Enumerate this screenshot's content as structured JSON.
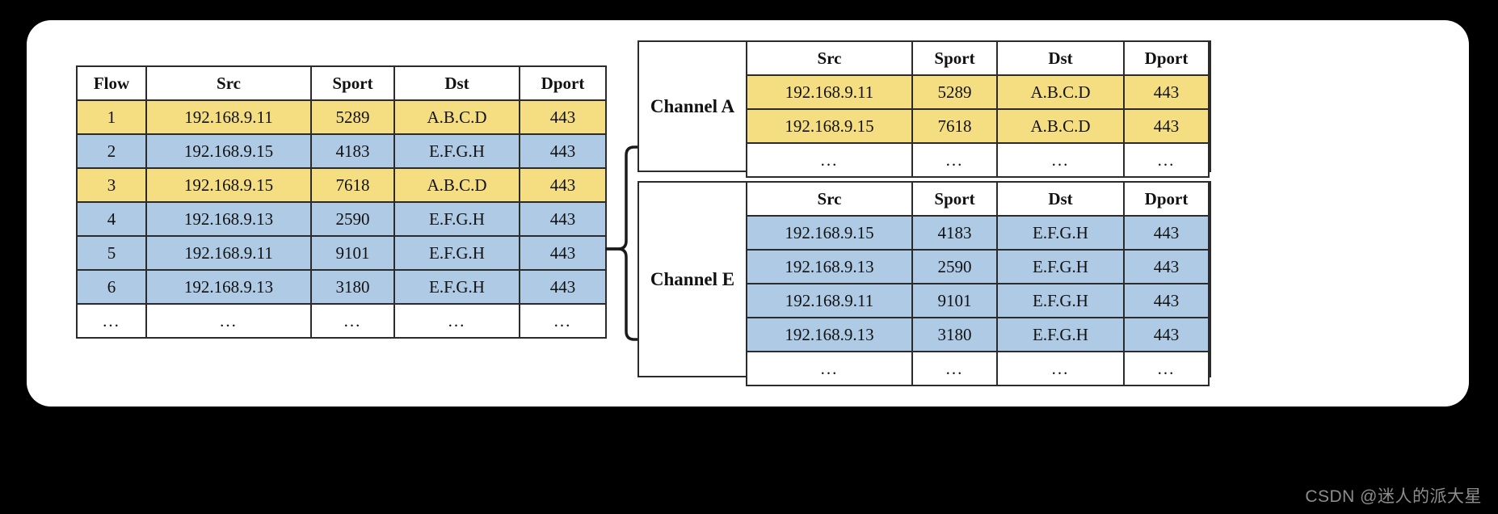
{
  "figure": {
    "background_color": "#000000",
    "card_color": "#ffffff",
    "highlight_yellow": "#f5de82",
    "highlight_blue": "#aecae4"
  },
  "left_table": {
    "name": "flow-table",
    "columns": [
      "Flow",
      "Src",
      "Sport",
      "Dst",
      "Dport"
    ],
    "rows": [
      {
        "flow": "1",
        "src": "192.168.9.11",
        "sport": "5289",
        "dst": "A.B.C.D",
        "dport": "443",
        "color": "yellow"
      },
      {
        "flow": "2",
        "src": "192.168.9.15",
        "sport": "4183",
        "dst": "E.F.G.H",
        "dport": "443",
        "color": "blue"
      },
      {
        "flow": "3",
        "src": "192.168.9.15",
        "sport": "7618",
        "dst": "A.B.C.D",
        "dport": "443",
        "color": "yellow"
      },
      {
        "flow": "4",
        "src": "192.168.9.13",
        "sport": "2590",
        "dst": "E.F.G.H",
        "dport": "443",
        "color": "blue"
      },
      {
        "flow": "5",
        "src": "192.168.9.11",
        "sport": "9101",
        "dst": "E.F.G.H",
        "dport": "443",
        "color": "blue"
      },
      {
        "flow": "6",
        "src": "192.168.9.13",
        "sport": "3180",
        "dst": "E.F.G.H",
        "dport": "443",
        "color": "blue"
      },
      {
        "flow": "...",
        "src": "...",
        "sport": "...",
        "dst": "...",
        "dport": "...",
        "color": "white"
      }
    ]
  },
  "channel_a": {
    "label": "Channel A",
    "columns": [
      "Src",
      "Sport",
      "Dst",
      "Dport"
    ],
    "rows": [
      {
        "src": "192.168.9.11",
        "sport": "5289",
        "dst": "A.B.C.D",
        "dport": "443",
        "color": "yellow"
      },
      {
        "src": "192.168.9.15",
        "sport": "7618",
        "dst": "A.B.C.D",
        "dport": "443",
        "color": "yellow"
      },
      {
        "src": "...",
        "sport": "...",
        "dst": "...",
        "dport": "...",
        "color": "white"
      }
    ]
  },
  "channel_e": {
    "label": "Channel E",
    "columns": [
      "Src",
      "Sport",
      "Dst",
      "Dport"
    ],
    "rows": [
      {
        "src": "192.168.9.15",
        "sport": "4183",
        "dst": "E.F.G.H",
        "dport": "443",
        "color": "blue"
      },
      {
        "src": "192.168.9.13",
        "sport": "2590",
        "dst": "E.F.G.H",
        "dport": "443",
        "color": "blue"
      },
      {
        "src": "192.168.9.11",
        "sport": "9101",
        "dst": "E.F.G.H",
        "dport": "443",
        "color": "blue"
      },
      {
        "src": "192.168.9.13",
        "sport": "3180",
        "dst": "E.F.G.H",
        "dport": "443",
        "color": "blue"
      },
      {
        "src": "...",
        "sport": "...",
        "dst": "...",
        "dport": "...",
        "color": "white"
      }
    ]
  },
  "watermark": {
    "text": "CSDN @迷人的派大星"
  }
}
